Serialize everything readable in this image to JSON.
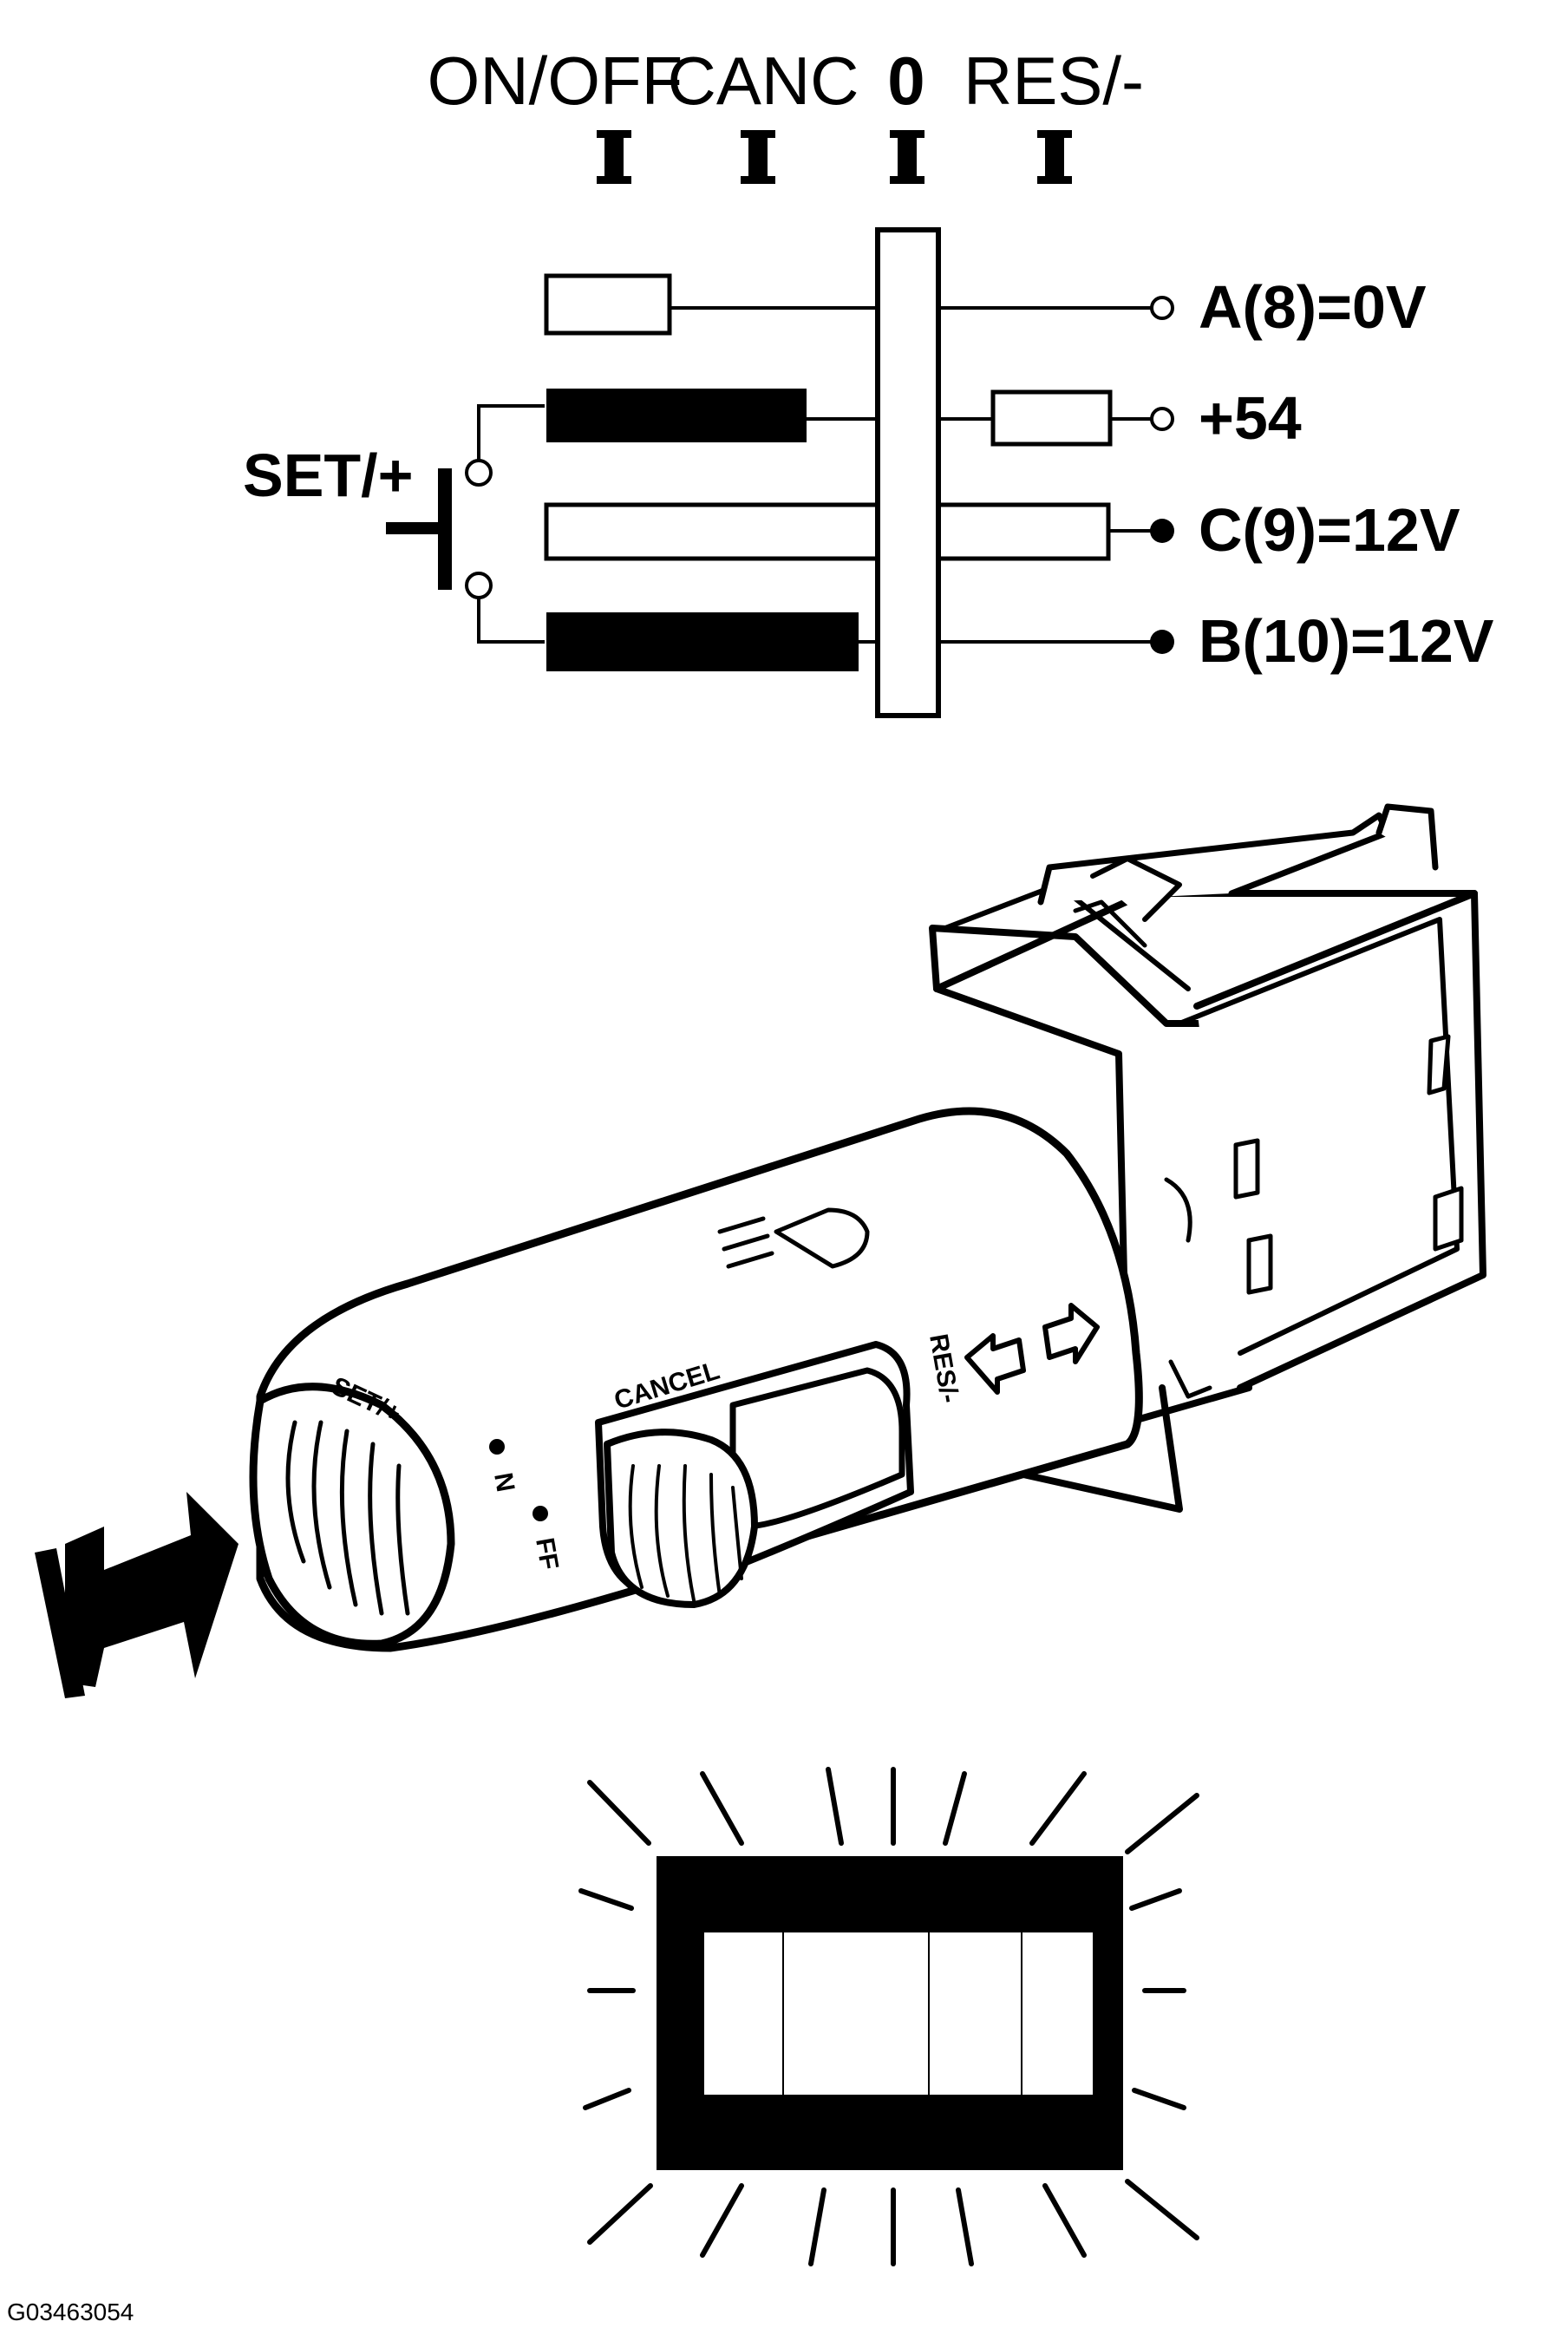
{
  "schematic": {
    "positions": [
      "ON/OFF",
      "CANC",
      "0",
      "RES/-"
    ],
    "set_label": "SET/+",
    "pins": [
      {
        "label": "A(8)=0V",
        "terminal": "open"
      },
      {
        "label": "+54",
        "terminal": "open"
      },
      {
        "label": "C(9)=12V",
        "terminal": "filled"
      },
      {
        "label": "B(10)=12V",
        "terminal": "filled"
      }
    ]
  },
  "switch": {
    "set_label": "SET/+",
    "cancel_label": "CANCEL",
    "res_label": "RES/-",
    "on_label": "N",
    "off_label": "FF"
  },
  "figure_id": "G03463054"
}
